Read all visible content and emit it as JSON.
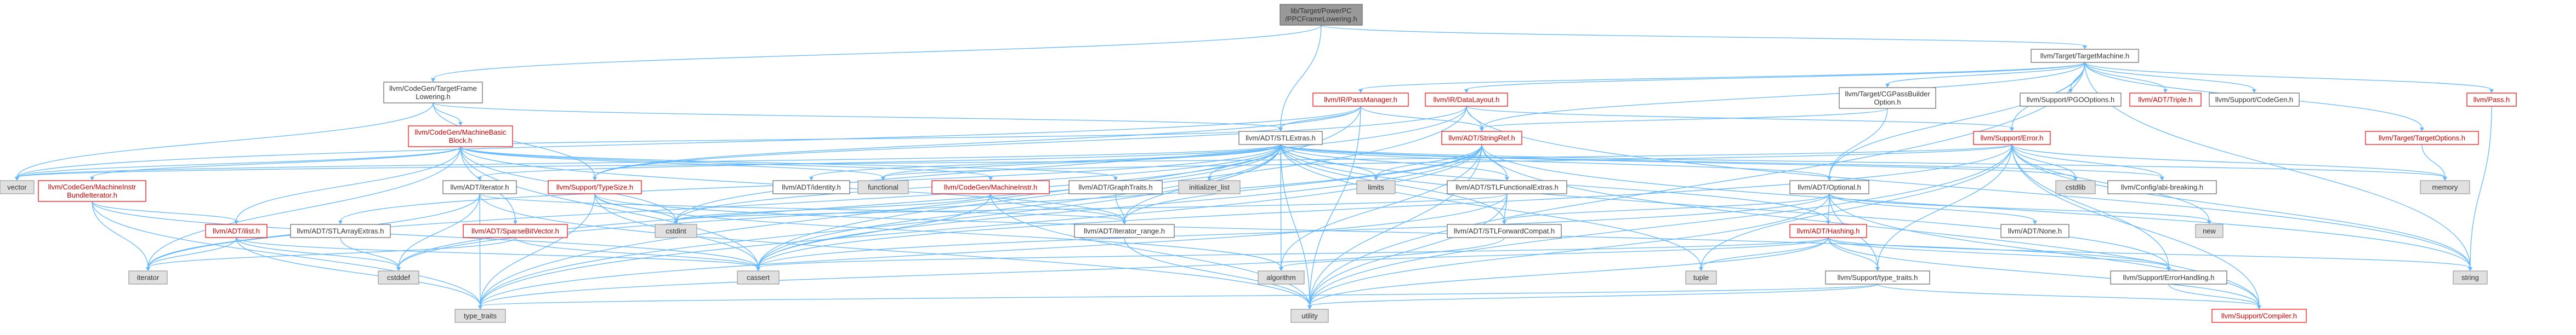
{
  "colors": {
    "edge": "#63b8ff",
    "root_fill": "#999999",
    "red_text": "#cc0000",
    "text": "#333333",
    "stroke_red": "#ff0000",
    "stroke_dark": "#666666",
    "stroke_grey": "#999999",
    "fill_white": "#ffffff",
    "fill_grey": "#e0e0e0"
  },
  "nodes": [
    {
      "id": "root",
      "lines": [
        "lib/Target/PowerPC",
        "/PPCFrameLowering.h"
      ],
      "style": "root"
    },
    {
      "id": "targetmachine",
      "lines": [
        "llvm/Target/TargetMachine.h"
      ],
      "style": "doc"
    },
    {
      "id": "tfl",
      "lines": [
        "llvm/CodeGen/TargetFrame",
        "Lowering.h"
      ],
      "style": "doc"
    },
    {
      "id": "passmanager",
      "lines": [
        "llvm/IR/PassManager.h"
      ],
      "style": "link"
    },
    {
      "id": "datalayout",
      "lines": [
        "llvm/IR/DataLayout.h"
      ],
      "style": "link"
    },
    {
      "id": "cgpass",
      "lines": [
        "llvm/Target/CGPassBuilder",
        "Option.h"
      ],
      "style": "doc"
    },
    {
      "id": "pgo",
      "lines": [
        "llvm/Support/PGOOptions.h"
      ],
      "style": "doc"
    },
    {
      "id": "triple",
      "lines": [
        "llvm/ADT/Triple.h"
      ],
      "style": "link"
    },
    {
      "id": "codegen",
      "lines": [
        "llvm/Support/CodeGen.h"
      ],
      "style": "doc"
    },
    {
      "id": "pass",
      "lines": [
        "llvm/Pass.h"
      ],
      "style": "link"
    },
    {
      "id": "mbb",
      "lines": [
        "llvm/CodeGen/MachineBasic",
        "Block.h"
      ],
      "style": "link"
    },
    {
      "id": "stlextras",
      "lines": [
        "llvm/ADT/STLExtras.h"
      ],
      "style": "doc"
    },
    {
      "id": "stringref",
      "lines": [
        "llvm/ADT/StringRef.h"
      ],
      "style": "link"
    },
    {
      "id": "error",
      "lines": [
        "llvm/Support/Error.h"
      ],
      "style": "link"
    },
    {
      "id": "targetoptions",
      "lines": [
        "llvm/Target/TargetOptions.h"
      ],
      "style": "link"
    },
    {
      "id": "vector",
      "lines": [
        "vector"
      ],
      "style": "sys"
    },
    {
      "id": "mibundle",
      "lines": [
        "llvm/CodeGen/MachineInstr",
        "BundleIterator.h"
      ],
      "style": "link"
    },
    {
      "id": "iteratorh",
      "lines": [
        "llvm/ADT/iterator.h"
      ],
      "style": "doc"
    },
    {
      "id": "typesize",
      "lines": [
        "llvm/Support/TypeSize.h"
      ],
      "style": "link"
    },
    {
      "id": "identity",
      "lines": [
        "llvm/ADT/identity.h"
      ],
      "style": "doc"
    },
    {
      "id": "functional",
      "lines": [
        "functional"
      ],
      "style": "sys"
    },
    {
      "id": "machineinstr",
      "lines": [
        "llvm/CodeGen/MachineInstr.h"
      ],
      "style": "link"
    },
    {
      "id": "graphtraits",
      "lines": [
        "llvm/ADT/GraphTraits.h"
      ],
      "style": "doc"
    },
    {
      "id": "initlist",
      "lines": [
        "initializer_list"
      ],
      "style": "sys"
    },
    {
      "id": "limits",
      "lines": [
        "limits"
      ],
      "style": "sys"
    },
    {
      "id": "stlfunc",
      "lines": [
        "llvm/ADT/STLFunctionalExtras.h"
      ],
      "style": "doc"
    },
    {
      "id": "optional",
      "lines": [
        "llvm/ADT/Optional.h"
      ],
      "style": "doc"
    },
    {
      "id": "cstdlib",
      "lines": [
        "cstdlib"
      ],
      "style": "sys"
    },
    {
      "id": "configbreak",
      "lines": [
        "llvm/Config/abi-breaking.h"
      ],
      "style": "doc"
    },
    {
      "id": "memory",
      "lines": [
        "memory"
      ],
      "style": "sys"
    },
    {
      "id": "ilist",
      "lines": [
        "llvm/ADT/ilist.h"
      ],
      "style": "link"
    },
    {
      "id": "stlarray",
      "lines": [
        "llvm/ADT/STLArrayExtras.h"
      ],
      "style": "doc"
    },
    {
      "id": "sparsebit",
      "lines": [
        "llvm/ADT/SparseBitVector.h"
      ],
      "style": "link"
    },
    {
      "id": "cstdint",
      "lines": [
        "cstdint"
      ],
      "style": "sys"
    },
    {
      "id": "iterrange",
      "lines": [
        "llvm/ADT/iterator_range.h"
      ],
      "style": "doc"
    },
    {
      "id": "stlforward",
      "lines": [
        "llvm/ADT/STLForwardCompat.h"
      ],
      "style": "doc"
    },
    {
      "id": "hashing",
      "lines": [
        "llvm/ADT/Hashing.h"
      ],
      "style": "link"
    },
    {
      "id": "none",
      "lines": [
        "llvm/ADT/None.h"
      ],
      "style": "doc"
    },
    {
      "id": "newh",
      "lines": [
        "new"
      ],
      "style": "sys"
    },
    {
      "id": "iterator",
      "lines": [
        "iterator"
      ],
      "style": "sys"
    },
    {
      "id": "cstddef",
      "lines": [
        "cstddef"
      ],
      "style": "sys"
    },
    {
      "id": "cassert",
      "lines": [
        "cassert"
      ],
      "style": "sys"
    },
    {
      "id": "algorithm",
      "lines": [
        "algorithm"
      ],
      "style": "sys"
    },
    {
      "id": "tuple",
      "lines": [
        "tuple"
      ],
      "style": "sys"
    },
    {
      "id": "typetraitsh",
      "lines": [
        "llvm/Support/type_traits.h"
      ],
      "style": "doc"
    },
    {
      "id": "errorhandling",
      "lines": [
        "llvm/Support/ErrorHandling.h"
      ],
      "style": "doc"
    },
    {
      "id": "string",
      "lines": [
        "string"
      ],
      "style": "sys"
    },
    {
      "id": "type_traits",
      "lines": [
        "type_traits"
      ],
      "style": "sys"
    },
    {
      "id": "utility",
      "lines": [
        "utility"
      ],
      "style": "sys"
    },
    {
      "id": "compiler",
      "lines": [
        "llvm/Support/Compiler.h"
      ],
      "style": "link"
    }
  ],
  "edges": [
    [
      "root",
      "targetmachine"
    ],
    [
      "root",
      "tfl"
    ],
    [
      "root",
      "stlextras"
    ],
    [
      "targetmachine",
      "passmanager"
    ],
    [
      "targetmachine",
      "datalayout"
    ],
    [
      "targetmachine",
      "cgpass"
    ],
    [
      "targetmachine",
      "pgo"
    ],
    [
      "targetmachine",
      "triple"
    ],
    [
      "targetmachine",
      "codegen"
    ],
    [
      "targetmachine",
      "pass"
    ],
    [
      "targetmachine",
      "targetoptions"
    ],
    [
      "targetmachine",
      "error"
    ],
    [
      "targetmachine",
      "stringref"
    ],
    [
      "targetmachine",
      "optional"
    ],
    [
      "targetmachine",
      "string"
    ],
    [
      "targetmachine",
      "utility"
    ],
    [
      "tfl",
      "mbb"
    ],
    [
      "tfl",
      "vector"
    ],
    [
      "tfl",
      "typesize"
    ],
    [
      "tfl",
      "stlextras"
    ],
    [
      "passmanager",
      "stlextras"
    ],
    [
      "passmanager",
      "stringref"
    ],
    [
      "passmanager",
      "typesize"
    ],
    [
      "passmanager",
      "vector"
    ],
    [
      "passmanager",
      "utility"
    ],
    [
      "passmanager",
      "type_traits"
    ],
    [
      "passmanager",
      "cstring_none"
    ],
    [
      "datalayout",
      "stringref"
    ],
    [
      "datalayout",
      "typesize"
    ],
    [
      "datalayout",
      "error"
    ],
    [
      "datalayout",
      "cstdint"
    ],
    [
      "datalayout",
      "string"
    ],
    [
      "datalayout",
      "cassert"
    ],
    [
      "cgpass",
      "optional"
    ],
    [
      "cgpass",
      "stringref"
    ],
    [
      "pass",
      "string"
    ],
    [
      "mbb",
      "mibundle"
    ],
    [
      "mbb",
      "ilist"
    ],
    [
      "mbb",
      "machineinstr"
    ],
    [
      "mbb",
      "graphtraits"
    ],
    [
      "mbb",
      "sparsebit"
    ],
    [
      "mbb",
      "iterrange"
    ],
    [
      "mbb",
      "functional"
    ],
    [
      "mbb",
      "cassert"
    ],
    [
      "mbb",
      "iterator"
    ],
    [
      "mbb",
      "vector"
    ],
    [
      "mbb",
      "cstdint"
    ],
    [
      "mbb",
      "stlextras"
    ],
    [
      "mibundle",
      "ilist"
    ],
    [
      "mibundle",
      "iterator"
    ],
    [
      "mibundle",
      "type_traits"
    ],
    [
      "mibundle",
      "cassert"
    ],
    [
      "stlextras",
      "vector"
    ],
    [
      "stlextras",
      "functional"
    ],
    [
      "stlextras",
      "iteratorh"
    ],
    [
      "stlextras",
      "identity"
    ],
    [
      "stlextras",
      "initlist"
    ],
    [
      "stlextras",
      "limits"
    ],
    [
      "stlextras",
      "stlfunc"
    ],
    [
      "stlextras",
      "optional"
    ],
    [
      "stlextras",
      "cstdlib"
    ],
    [
      "stlextras",
      "configbreak"
    ],
    [
      "stlextras",
      "memory"
    ],
    [
      "stlextras",
      "stlarray"
    ],
    [
      "stlextras",
      "iterrange"
    ],
    [
      "stlextras",
      "stlforward"
    ],
    [
      "stlextras",
      "hashing"
    ],
    [
      "stlextras",
      "cassert"
    ],
    [
      "stlextras",
      "algorithm"
    ],
    [
      "stlextras",
      "tuple"
    ],
    [
      "stlextras",
      "utility"
    ],
    [
      "stlextras",
      "type_traits"
    ],
    [
      "stlextras",
      "cstddef"
    ],
    [
      "stlextras",
      "iterator"
    ],
    [
      "stlextras",
      "errorhandling"
    ],
    [
      "stlextras",
      "cstdint"
    ],
    [
      "stringref",
      "stlfunc"
    ],
    [
      "stringref",
      "iterrange"
    ],
    [
      "stringref",
      "compiler"
    ],
    [
      "stringref",
      "algorithm"
    ],
    [
      "stringref",
      "cassert"
    ],
    [
      "stringref",
      "cstddef"
    ],
    [
      "stringref",
      "limits"
    ],
    [
      "stringref",
      "string"
    ],
    [
      "stringref",
      "utility"
    ],
    [
      "stringref",
      "type_traits"
    ],
    [
      "error",
      "configbreak"
    ],
    [
      "error",
      "errorhandling"
    ],
    [
      "error",
      "compiler"
    ],
    [
      "error",
      "cstdlib"
    ],
    [
      "error",
      "memory"
    ],
    [
      "error",
      "newh"
    ],
    [
      "error",
      "string"
    ],
    [
      "error",
      "utility"
    ],
    [
      "error",
      "vector"
    ],
    [
      "error",
      "functional"
    ],
    [
      "error",
      "typetraitsh"
    ],
    [
      "error",
      "cassert"
    ],
    [
      "error",
      "tuple"
    ],
    [
      "targetoptions",
      "memory"
    ],
    [
      "iteratorh",
      "iterrange"
    ],
    [
      "iteratorh",
      "cstddef"
    ],
    [
      "iteratorh",
      "iterator"
    ],
    [
      "iteratorh",
      "type_traits"
    ],
    [
      "iteratorh",
      "utility"
    ],
    [
      "typesize",
      "errorhandling"
    ],
    [
      "typesize",
      "cassert"
    ],
    [
      "typesize",
      "cstdint"
    ],
    [
      "typesize",
      "type_traits"
    ],
    [
      "typesize",
      "algorithm"
    ],
    [
      "machineinstr",
      "iterrange"
    ],
    [
      "machineinstr",
      "cstdint"
    ],
    [
      "machineinstr",
      "cassert"
    ],
    [
      "machineinstr",
      "utility"
    ],
    [
      "graphtraits",
      "iterrange"
    ],
    [
      "stlfunc",
      "stlforward"
    ],
    [
      "stlfunc",
      "cstdint"
    ],
    [
      "stlfunc",
      "type_traits"
    ],
    [
      "stlfunc",
      "utility"
    ],
    [
      "optional",
      "hashing"
    ],
    [
      "optional",
      "none"
    ],
    [
      "optional",
      "stlforward"
    ],
    [
      "optional",
      "compiler"
    ],
    [
      "optional",
      "typetraitsh"
    ],
    [
      "optional",
      "cassert"
    ],
    [
      "optional",
      "newh"
    ],
    [
      "optional",
      "utility"
    ],
    [
      "ilist",
      "iterator"
    ],
    [
      "ilist",
      "cassert"
    ],
    [
      "ilist",
      "cstddef"
    ],
    [
      "ilist",
      "type_traits"
    ],
    [
      "stlarray",
      "cstddef"
    ],
    [
      "sparsebit",
      "cassert"
    ],
    [
      "sparsebit",
      "iterator"
    ],
    [
      "iterrange",
      "utility"
    ],
    [
      "stlforward",
      "type_traits"
    ],
    [
      "hashing",
      "errorhandling"
    ],
    [
      "hashing",
      "typetraitsh"
    ],
    [
      "hashing",
      "algorithm"
    ],
    [
      "hashing",
      "cassert"
    ],
    [
      "hashing",
      "string"
    ],
    [
      "hashing",
      "tuple"
    ],
    [
      "hashing",
      "utility"
    ],
    [
      "hashing",
      "compiler"
    ],
    [
      "typetraitsh",
      "compiler"
    ],
    [
      "typetraitsh",
      "type_traits"
    ],
    [
      "typetraitsh",
      "utility"
    ],
    [
      "errorhandling",
      "compiler"
    ]
  ]
}
